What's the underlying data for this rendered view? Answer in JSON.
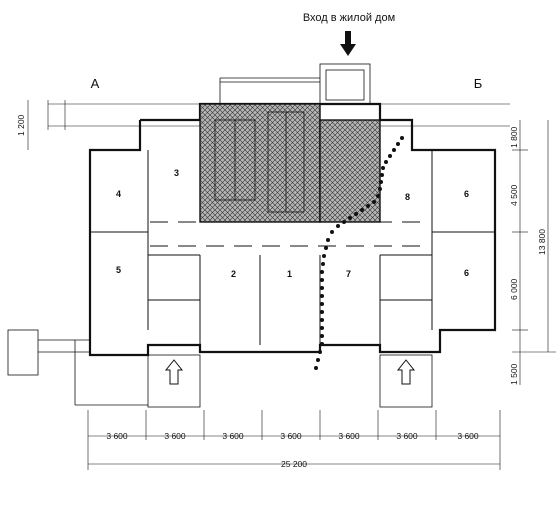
{
  "header": {
    "entrance_label": "Вход в жилой дом"
  },
  "sections": {
    "left": "А",
    "right": "Б"
  },
  "rooms": [
    "3",
    "4",
    "5",
    "2",
    "1",
    "7",
    "8",
    "6",
    "6"
  ],
  "dimensions": {
    "bottom_modules": [
      "3 600",
      "3 600",
      "3 600",
      "3 600",
      "3 600",
      "3 600",
      "3 600"
    ],
    "total_width": "25 200",
    "left_offset": "1 200",
    "right_top": "1 800",
    "right_middle": "4 500",
    "right_lower": "6 000",
    "right_bottom": "1 500",
    "right_total": "13 800"
  },
  "colors": {
    "ink": "#111111",
    "hatch_fill": "#9a9a9a",
    "paper": "#ffffff"
  }
}
